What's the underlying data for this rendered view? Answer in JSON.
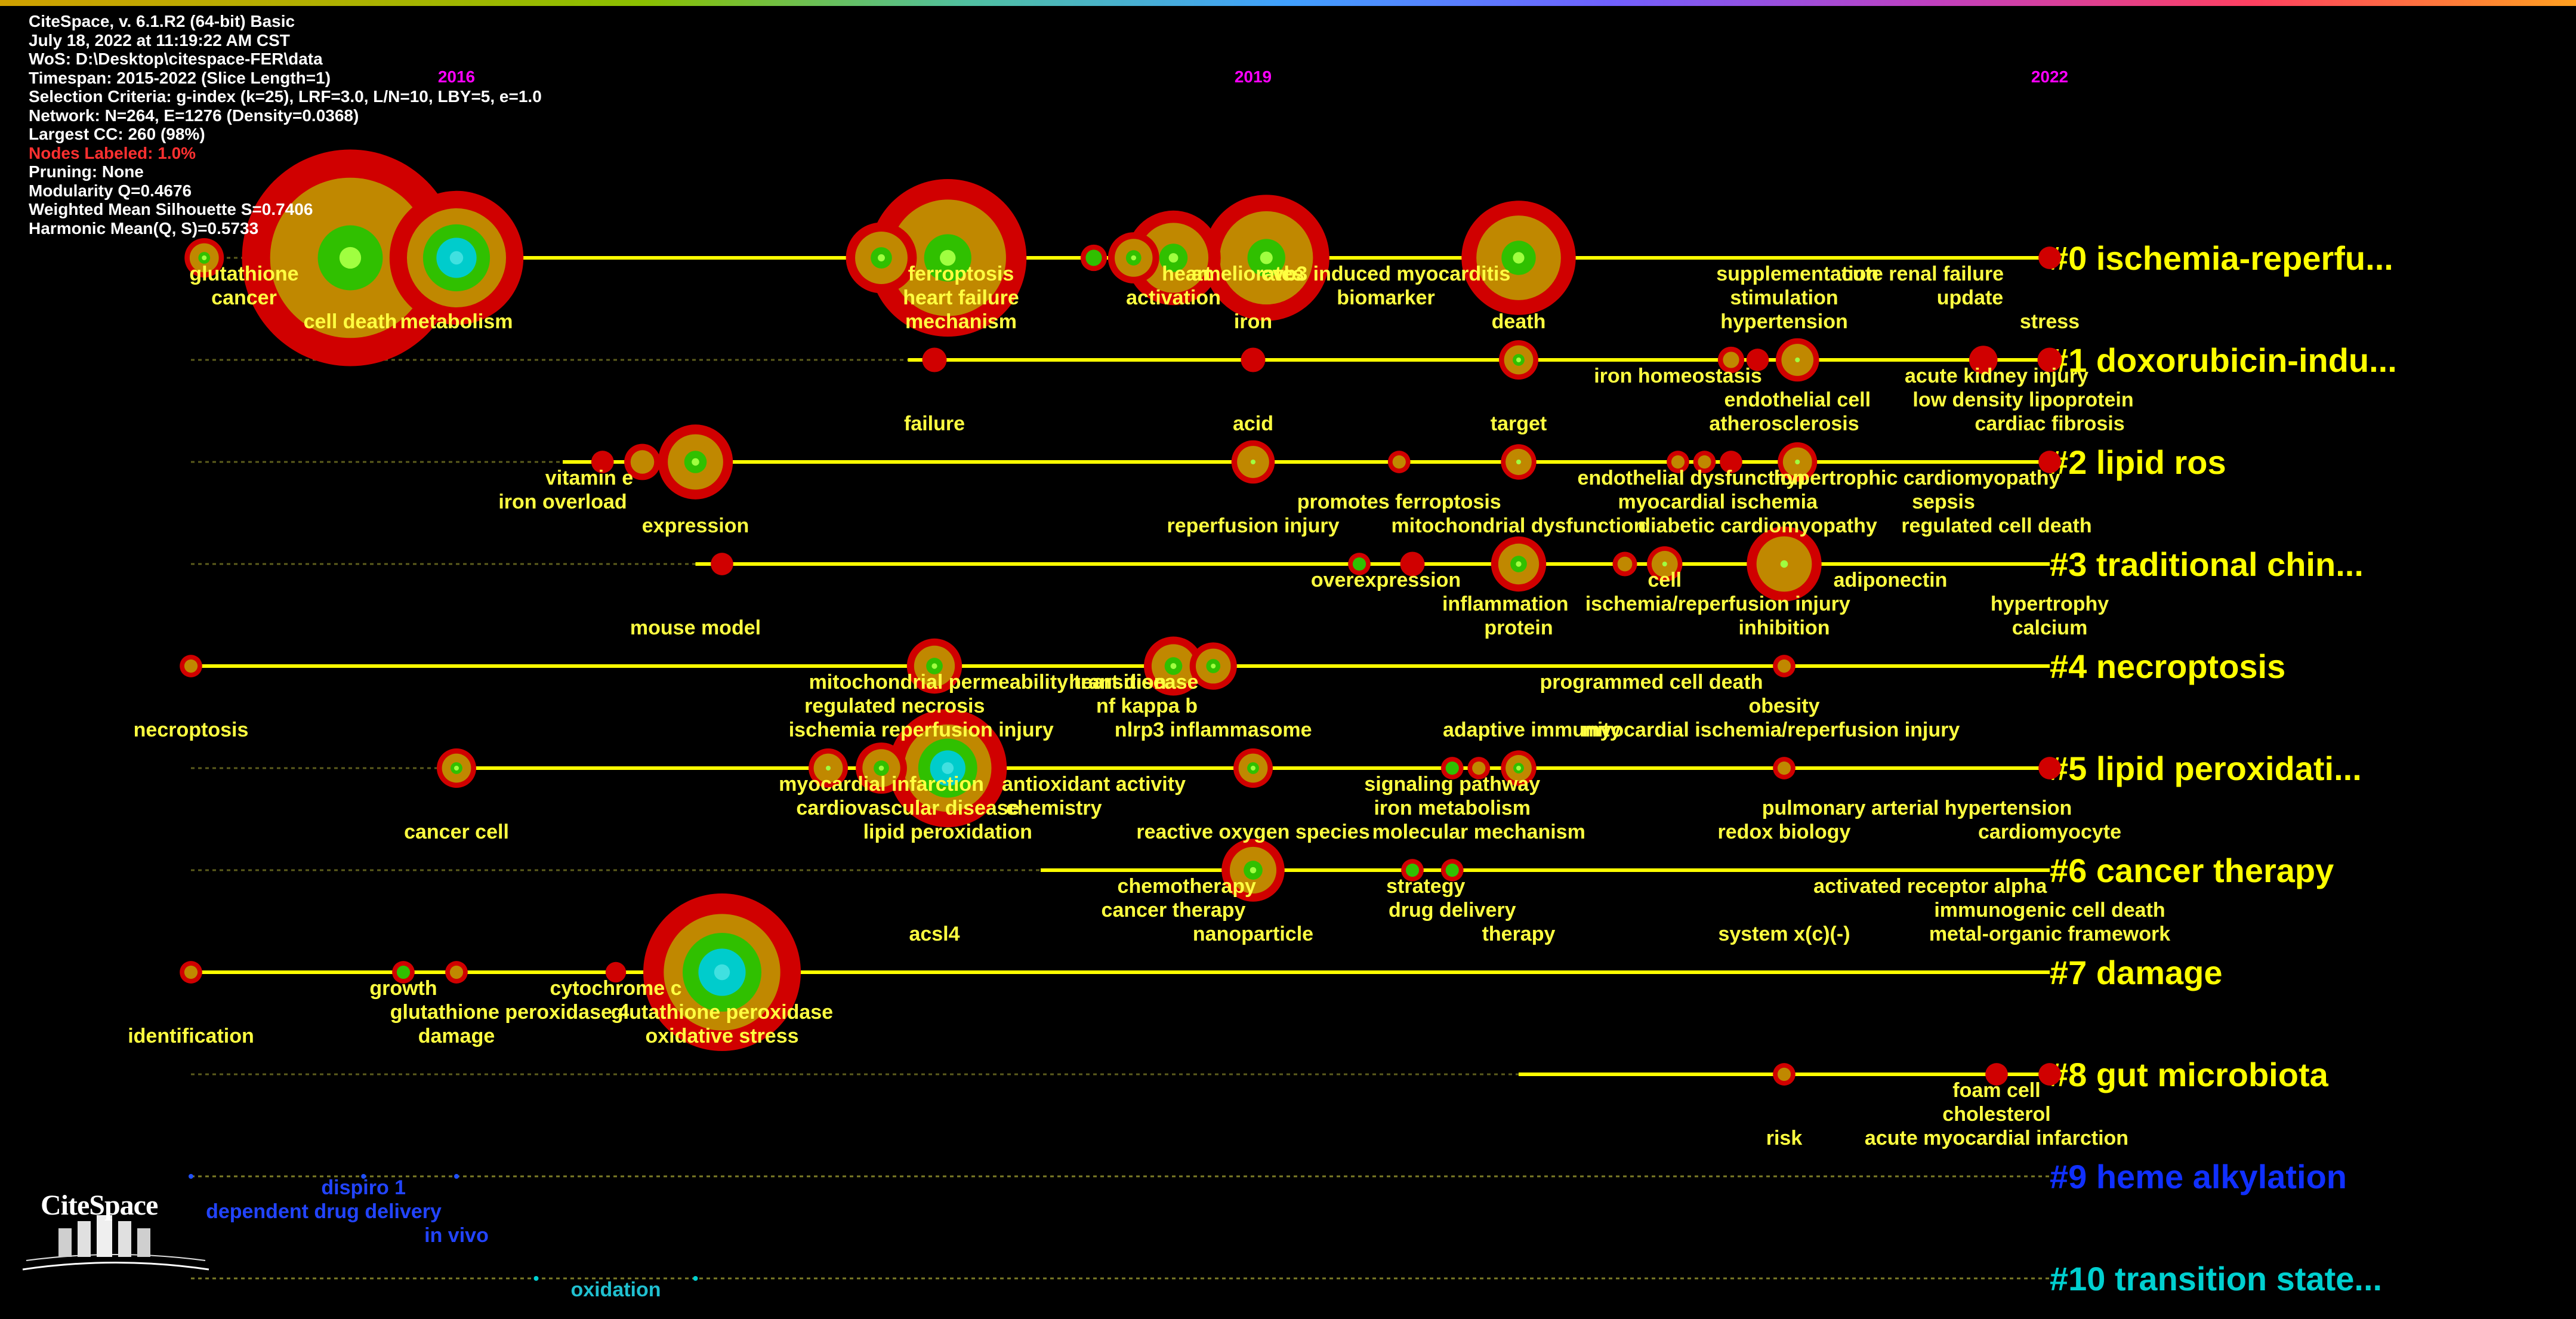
{
  "info": {
    "lines": [
      "CiteSpace, v. 6.1.R2 (64-bit) Basic",
      "July 18, 2022 at 11:19:22 AM CST",
      "WoS: D:\\Desktop\\citespace-FER\\data",
      "Timespan: 2015-2022 (Slice Length=1)",
      "Selection Criteria: g-index (k=25), LRF=3.0, L/N=10, LBY=5, e=1.0",
      "Network: N=264, E=1276 (Density=0.0368)",
      "Largest CC: 260 (98%)",
      "Nodes Labeled: 1.0%",
      "Pruning: None",
      "Modularity Q=0.4676",
      "Weighted Mean Silhouette S=0.7406",
      "Harmonic Mean(Q, S)=0.5733"
    ],
    "red_line_index": 7
  },
  "logo": {
    "text": "CiteSpace"
  },
  "colors": {
    "timeline": "#ffff00",
    "label": "#ffff40",
    "node_outer": "#d00000",
    "node_mid": "#c08800",
    "node_inner": "#30c000",
    "year_label": "#ff00ff",
    "cluster_yellow": "#ffff00",
    "cluster_blue": "#1030ff",
    "cluster_cyan": "#00d0d0"
  },
  "chart_data": {
    "type": "timeline",
    "x_axis": {
      "ticks": [
        "2016",
        "2019",
        "2022"
      ],
      "range": [
        2015,
        2022
      ]
    },
    "clusters": [
      {
        "id": "#0 ischemia-reperfu...",
        "color": "yellow",
        "start": 2015.2
      },
      {
        "id": "#1 doxorubicin-indu...",
        "color": "yellow",
        "start": 2017.7
      },
      {
        "id": "#2 lipid ros",
        "color": "yellow",
        "start": 2016.4
      },
      {
        "id": "#3 traditional chin...",
        "color": "yellow",
        "start": 2016.9
      },
      {
        "id": "#4 necroptosis",
        "color": "yellow",
        "start": 2015.0
      },
      {
        "id": "#5 lipid peroxidati...",
        "color": "yellow",
        "start": 2016.0
      },
      {
        "id": "#6 cancer therapy",
        "color": "yellow",
        "start": 2018.2
      },
      {
        "id": "#7 damage",
        "color": "yellow",
        "start": 2015.0
      },
      {
        "id": "#8 gut microbiota",
        "color": "yellow",
        "start": 2020.0
      },
      {
        "id": "#9 heme alkylation",
        "color": "blue",
        "start": null
      },
      {
        "id": "#10 transition state...",
        "color": "cyan",
        "start": null
      }
    ],
    "nodes": [
      {
        "c": 0,
        "year": 2015.05,
        "size": 1.0,
        "inner": "green"
      },
      {
        "c": 0,
        "year": 2015.6,
        "size": 5.5,
        "inner": "green"
      },
      {
        "c": 0,
        "year": 2016.0,
        "size": 3.4,
        "inner": "cyan"
      },
      {
        "c": 0,
        "year": 2017.6,
        "size": 1.8,
        "inner": "green"
      },
      {
        "c": 0,
        "year": 2017.85,
        "size": 4.0,
        "inner": "green"
      },
      {
        "c": 0,
        "year": 2018.4,
        "size": 0.55,
        "inner": "green"
      },
      {
        "c": 0,
        "year": 2018.55,
        "size": 1.3,
        "inner": "green"
      },
      {
        "c": 0,
        "year": 2018.7,
        "size": 2.4,
        "inner": "green"
      },
      {
        "c": 0,
        "year": 2019.05,
        "size": 3.2,
        "inner": "green"
      },
      {
        "c": 0,
        "year": 2020.0,
        "size": 2.9,
        "inner": "green"
      },
      {
        "c": 0,
        "year": 2022.0,
        "size": 0.45,
        "inner": "red"
      },
      {
        "c": 1,
        "year": 2017.8,
        "size": 0.5,
        "inner": "red"
      },
      {
        "c": 1,
        "year": 2019.0,
        "size": 0.5,
        "inner": "red"
      },
      {
        "c": 1,
        "year": 2020.0,
        "size": 1.0,
        "inner": "green"
      },
      {
        "c": 1,
        "year": 2020.8,
        "size": 0.55,
        "inner": "orange"
      },
      {
        "c": 1,
        "year": 2020.9,
        "size": 0.45,
        "inner": "red"
      },
      {
        "c": 1,
        "year": 2021.05,
        "size": 1.1,
        "inner": "orange"
      },
      {
        "c": 1,
        "year": 2021.75,
        "size": 0.6,
        "inner": "red"
      },
      {
        "c": 1,
        "year": 2022.0,
        "size": 0.5,
        "inner": "red"
      },
      {
        "c": 2,
        "year": 2016.55,
        "size": 0.45,
        "inner": "red"
      },
      {
        "c": 2,
        "year": 2016.7,
        "size": 0.8,
        "inner": "orange"
      },
      {
        "c": 2,
        "year": 2016.9,
        "size": 1.9,
        "inner": "green"
      },
      {
        "c": 2,
        "year": 2019.0,
        "size": 1.1,
        "inner": "orange"
      },
      {
        "c": 2,
        "year": 2019.55,
        "size": 0.45,
        "inner": "orange"
      },
      {
        "c": 2,
        "year": 2020.0,
        "size": 0.9,
        "inner": "orange"
      },
      {
        "c": 2,
        "year": 2020.6,
        "size": 0.45,
        "inner": "orange"
      },
      {
        "c": 2,
        "year": 2020.7,
        "size": 0.45,
        "inner": "orange"
      },
      {
        "c": 2,
        "year": 2020.8,
        "size": 0.45,
        "inner": "red"
      },
      {
        "c": 2,
        "year": 2021.05,
        "size": 1.0,
        "inner": "orange"
      },
      {
        "c": 2,
        "year": 2022.0,
        "size": 0.45,
        "inner": "red"
      },
      {
        "c": 3,
        "year": 2017.0,
        "size": 0.45,
        "inner": "red"
      },
      {
        "c": 3,
        "year": 2019.4,
        "size": 0.45,
        "inner": "green"
      },
      {
        "c": 3,
        "year": 2019.6,
        "size": 0.5,
        "inner": "red"
      },
      {
        "c": 3,
        "year": 2020.0,
        "size": 1.4,
        "inner": "green"
      },
      {
        "c": 3,
        "year": 2020.4,
        "size": 0.5,
        "inner": "orange"
      },
      {
        "c": 3,
        "year": 2020.55,
        "size": 0.9,
        "inner": "orange"
      },
      {
        "c": 3,
        "year": 2021.0,
        "size": 1.9,
        "inner": "orange"
      },
      {
        "c": 4,
        "year": 2015.0,
        "size": 0.45,
        "inner": "orange"
      },
      {
        "c": 4,
        "year": 2017.8,
        "size": 1.4,
        "inner": "green"
      },
      {
        "c": 4,
        "year": 2018.7,
        "size": 1.5,
        "inner": "green"
      },
      {
        "c": 4,
        "year": 2018.85,
        "size": 1.2,
        "inner": "green"
      },
      {
        "c": 4,
        "year": 2021.0,
        "size": 0.45,
        "inner": "orange"
      },
      {
        "c": 5,
        "year": 2016.0,
        "size": 1.0,
        "inner": "green"
      },
      {
        "c": 5,
        "year": 2017.4,
        "size": 1.0,
        "inner": "orange"
      },
      {
        "c": 5,
        "year": 2017.6,
        "size": 1.3,
        "inner": "green"
      },
      {
        "c": 5,
        "year": 2017.85,
        "size": 3.0,
        "inner": "cyan"
      },
      {
        "c": 5,
        "year": 2019.0,
        "size": 1.0,
        "inner": "green"
      },
      {
        "c": 5,
        "year": 2019.75,
        "size": 0.45,
        "inner": "green"
      },
      {
        "c": 5,
        "year": 2019.85,
        "size": 0.45,
        "inner": "orange"
      },
      {
        "c": 5,
        "year": 2020.0,
        "size": 0.9,
        "inner": "green"
      },
      {
        "c": 5,
        "year": 2021.0,
        "size": 0.45,
        "inner": "orange"
      },
      {
        "c": 5,
        "year": 2022.0,
        "size": 0.45,
        "inner": "red"
      },
      {
        "c": 6,
        "year": 2019.0,
        "size": 1.6,
        "inner": "green"
      },
      {
        "c": 6,
        "year": 2019.6,
        "size": 0.45,
        "inner": "green"
      },
      {
        "c": 6,
        "year": 2019.75,
        "size": 0.45,
        "inner": "green"
      },
      {
        "c": 7,
        "year": 2015.0,
        "size": 0.45,
        "inner": "orange"
      },
      {
        "c": 7,
        "year": 2015.8,
        "size": 0.45,
        "inner": "green"
      },
      {
        "c": 7,
        "year": 2016.0,
        "size": 0.45,
        "inner": "orange"
      },
      {
        "c": 7,
        "year": 2016.6,
        "size": 0.4,
        "inner": "red"
      },
      {
        "c": 7,
        "year": 2017.0,
        "size": 4.0,
        "inner": "cyan"
      },
      {
        "c": 8,
        "year": 2021.0,
        "size": 0.45,
        "inner": "orange"
      },
      {
        "c": 8,
        "year": 2021.8,
        "size": 0.45,
        "inner": "red"
      },
      {
        "c": 8,
        "year": 2022.0,
        "size": 0.45,
        "inner": "red"
      }
    ],
    "labels": [
      {
        "c": 0,
        "year": 2015.2,
        "row": 0,
        "text": "glutathione"
      },
      {
        "c": 0,
        "year": 2015.2,
        "row": 1,
        "text": "cancer"
      },
      {
        "c": 0,
        "year": 2015.6,
        "row": 2,
        "text": "cell death"
      },
      {
        "c": 0,
        "year": 2016.0,
        "row": 2,
        "text": "metabolism"
      },
      {
        "c": 0,
        "year": 2017.9,
        "row": 0,
        "text": "ferroptosis"
      },
      {
        "c": 0,
        "year": 2017.9,
        "row": 1,
        "text": "heart failure"
      },
      {
        "c": 0,
        "year": 2017.9,
        "row": 2,
        "text": "mechanism"
      },
      {
        "c": 0,
        "year": 2018.75,
        "row": 0,
        "text": "heart"
      },
      {
        "c": 0,
        "year": 2018.98,
        "row": 0,
        "text": "ameliorates"
      },
      {
        "c": 0,
        "year": 2018.7,
        "row": 1,
        "text": "activation"
      },
      {
        "c": 0,
        "year": 2019.0,
        "row": 2,
        "text": "iron"
      },
      {
        "c": 0,
        "year": 2019.5,
        "row": 0,
        "text": "cvb3 induced myocarditis"
      },
      {
        "c": 0,
        "year": 2019.5,
        "row": 1,
        "text": "biomarker"
      },
      {
        "c": 0,
        "year": 2020.0,
        "row": 2,
        "text": "death"
      },
      {
        "c": 0,
        "year": 2021.05,
        "row": 0,
        "text": "supplementation"
      },
      {
        "c": 0,
        "year": 2021.5,
        "row": 0,
        "text": "acute renal failure"
      },
      {
        "c": 0,
        "year": 2021.0,
        "row": 1,
        "text": "stimulation"
      },
      {
        "c": 0,
        "year": 2021.7,
        "row": 1,
        "text": "update"
      },
      {
        "c": 0,
        "year": 2021.0,
        "row": 2,
        "text": "hypertension"
      },
      {
        "c": 0,
        "year": 2022.0,
        "row": 2,
        "text": "stress"
      },
      {
        "c": 1,
        "year": 2020.6,
        "row": 0,
        "text": "iron homeostasis"
      },
      {
        "c": 1,
        "year": 2021.8,
        "row": 0,
        "text": "acute kidney injury"
      },
      {
        "c": 1,
        "year": 2021.05,
        "row": 1,
        "text": "endothelial cell"
      },
      {
        "c": 1,
        "year": 2021.9,
        "row": 1,
        "text": "low density lipoprotein"
      },
      {
        "c": 1,
        "year": 2021.0,
        "row": 2,
        "text": "atherosclerosis"
      },
      {
        "c": 1,
        "year": 2022.0,
        "row": 2,
        "text": "cardiac fibrosis"
      },
      {
        "c": 1,
        "year": 2017.8,
        "row": 2,
        "text": "failure"
      },
      {
        "c": 1,
        "year": 2019.0,
        "row": 2,
        "text": "acid"
      },
      {
        "c": 1,
        "year": 2020.0,
        "row": 2,
        "text": "target"
      },
      {
        "c": 2,
        "year": 2016.5,
        "row": 0,
        "text": "vitamin e"
      },
      {
        "c": 2,
        "year": 2016.4,
        "row": 1,
        "text": "iron overload"
      },
      {
        "c": 2,
        "year": 2016.9,
        "row": 2,
        "text": "expression"
      },
      {
        "c": 2,
        "year": 2020.65,
        "row": 0,
        "text": "endothelial dysfunction"
      },
      {
        "c": 2,
        "year": 2021.5,
        "row": 0,
        "text": "hypertrophic cardiomyopathy"
      },
      {
        "c": 2,
        "year": 2019.55,
        "row": 1,
        "text": "promotes ferroptosis"
      },
      {
        "c": 2,
        "year": 2020.75,
        "row": 1,
        "text": "myocardial ischemia"
      },
      {
        "c": 2,
        "year": 2021.6,
        "row": 1,
        "text": "sepsis"
      },
      {
        "c": 2,
        "year": 2019.0,
        "row": 2,
        "text": "reperfusion injury"
      },
      {
        "c": 2,
        "year": 2020.0,
        "row": 2,
        "text": "mitochondrial dysfunction"
      },
      {
        "c": 2,
        "year": 2020.9,
        "row": 2,
        "text": "diabetic cardiomyopathy"
      },
      {
        "c": 2,
        "year": 2021.8,
        "row": 2,
        "text": "regulated cell death"
      },
      {
        "c": 3,
        "year": 2016.9,
        "row": 2,
        "text": "mouse model"
      },
      {
        "c": 3,
        "year": 2019.5,
        "row": 0,
        "text": "overexpression"
      },
      {
        "c": 3,
        "year": 2020.55,
        "row": 0,
        "text": "cell"
      },
      {
        "c": 3,
        "year": 2021.4,
        "row": 0,
        "text": "adiponectin"
      },
      {
        "c": 3,
        "year": 2019.95,
        "row": 1,
        "text": "inflammation"
      },
      {
        "c": 3,
        "year": 2020.75,
        "row": 1,
        "text": "ischemia/reperfusion injury"
      },
      {
        "c": 3,
        "year": 2022.0,
        "row": 1,
        "text": "hypertrophy"
      },
      {
        "c": 3,
        "year": 2020.0,
        "row": 2,
        "text": "protein"
      },
      {
        "c": 3,
        "year": 2021.0,
        "row": 2,
        "text": "inhibition"
      },
      {
        "c": 3,
        "year": 2022.0,
        "row": 2,
        "text": "calcium"
      },
      {
        "c": 4,
        "year": 2018.0,
        "row": 0,
        "text": "mitochondrial permeability transition"
      },
      {
        "c": 4,
        "year": 2018.55,
        "row": 0,
        "text": "heart disease"
      },
      {
        "c": 4,
        "year": 2020.5,
        "row": 0,
        "text": "programmed cell death"
      },
      {
        "c": 4,
        "year": 2017.65,
        "row": 1,
        "text": "regulated necrosis"
      },
      {
        "c": 4,
        "year": 2018.6,
        "row": 1,
        "text": "nf kappa b"
      },
      {
        "c": 4,
        "year": 2021.0,
        "row": 1,
        "text": "obesity"
      },
      {
        "c": 4,
        "year": 2015.0,
        "row": 2,
        "text": "necroptosis"
      },
      {
        "c": 4,
        "year": 2017.75,
        "row": 2,
        "text": "ischemia reperfusion injury"
      },
      {
        "c": 4,
        "year": 2018.85,
        "row": 2,
        "text": "nlrp3 inflammasome"
      },
      {
        "c": 4,
        "year": 2020.05,
        "row": 2,
        "text": "adaptive immunity"
      },
      {
        "c": 4,
        "year": 2020.95,
        "row": 2,
        "text": "myocardial ischemia/reperfusion injury"
      },
      {
        "c": 5,
        "year": 2017.6,
        "row": 0,
        "text": "myocardial infarction"
      },
      {
        "c": 5,
        "year": 2018.4,
        "row": 0,
        "text": "antioxidant activity"
      },
      {
        "c": 5,
        "year": 2019.75,
        "row": 0,
        "text": "signaling pathway"
      },
      {
        "c": 5,
        "year": 2017.7,
        "row": 1,
        "text": "cardiovascular disease"
      },
      {
        "c": 5,
        "year": 2018.25,
        "row": 1,
        "text": "chemistry"
      },
      {
        "c": 5,
        "year": 2019.75,
        "row": 1,
        "text": "iron metabolism"
      },
      {
        "c": 5,
        "year": 2021.5,
        "row": 1,
        "text": "pulmonary arterial hypertension"
      },
      {
        "c": 5,
        "year": 2016.0,
        "row": 2,
        "text": "cancer cell"
      },
      {
        "c": 5,
        "year": 2017.85,
        "row": 2,
        "text": "lipid peroxidation"
      },
      {
        "c": 5,
        "year": 2019.0,
        "row": 2,
        "text": "reactive oxygen species"
      },
      {
        "c": 5,
        "year": 2019.85,
        "row": 2,
        "text": "molecular mechanism"
      },
      {
        "c": 5,
        "year": 2021.0,
        "row": 2,
        "text": "redox biology"
      },
      {
        "c": 5,
        "year": 2022.0,
        "row": 2,
        "text": "cardiomyocyte"
      },
      {
        "c": 6,
        "year": 2018.75,
        "row": 0,
        "text": "chemotherapy"
      },
      {
        "c": 6,
        "year": 2019.65,
        "row": 0,
        "text": "strategy"
      },
      {
        "c": 6,
        "year": 2021.55,
        "row": 0,
        "text": "activated receptor alpha"
      },
      {
        "c": 6,
        "year": 2018.7,
        "row": 1,
        "text": "cancer therapy"
      },
      {
        "c": 6,
        "year": 2019.75,
        "row": 1,
        "text": "drug delivery"
      },
      {
        "c": 6,
        "year": 2022.0,
        "row": 1,
        "text": "immunogenic cell death"
      },
      {
        "c": 6,
        "year": 2017.8,
        "row": 2,
        "text": "acsl4"
      },
      {
        "c": 6,
        "year": 2019.0,
        "row": 2,
        "text": "nanoparticle"
      },
      {
        "c": 6,
        "year": 2020.0,
        "row": 2,
        "text": "therapy"
      },
      {
        "c": 6,
        "year": 2021.0,
        "row": 2,
        "text": "system x(c)(-)"
      },
      {
        "c": 6,
        "year": 2022.0,
        "row": 2,
        "text": "metal-organic framework"
      },
      {
        "c": 7,
        "year": 2015.8,
        "row": 0,
        "text": "growth"
      },
      {
        "c": 7,
        "year": 2016.6,
        "row": 0,
        "text": "cytochrome c"
      },
      {
        "c": 7,
        "year": 2016.2,
        "row": 1,
        "text": "glutathione peroxidase 4"
      },
      {
        "c": 7,
        "year": 2017.0,
        "row": 1,
        "text": "glutathione peroxidase"
      },
      {
        "c": 7,
        "year": 2015.0,
        "row": 2,
        "text": "identification"
      },
      {
        "c": 7,
        "year": 2016.0,
        "row": 2,
        "text": "damage"
      },
      {
        "c": 7,
        "year": 2017.0,
        "row": 2,
        "text": "oxidative stress"
      },
      {
        "c": 8,
        "year": 2021.8,
        "row": 0,
        "text": "foam cell"
      },
      {
        "c": 8,
        "year": 2021.8,
        "row": 1,
        "text": "cholesterol"
      },
      {
        "c": 8,
        "year": 2021.0,
        "row": 2,
        "text": "risk"
      },
      {
        "c": 8,
        "year": 2021.8,
        "row": 2,
        "text": "acute myocardial infarction"
      },
      {
        "c": 9,
        "year": 2015.65,
        "row": 0,
        "text": "dispiro 1"
      },
      {
        "c": 9,
        "year": 2015.5,
        "row": 1,
        "text": "dependent drug delivery"
      },
      {
        "c": 9,
        "year": 2016.0,
        "row": 2,
        "text": "in vivo"
      },
      {
        "c": 10,
        "year": 2016.6,
        "row": 1,
        "text": "oxidation"
      }
    ]
  }
}
